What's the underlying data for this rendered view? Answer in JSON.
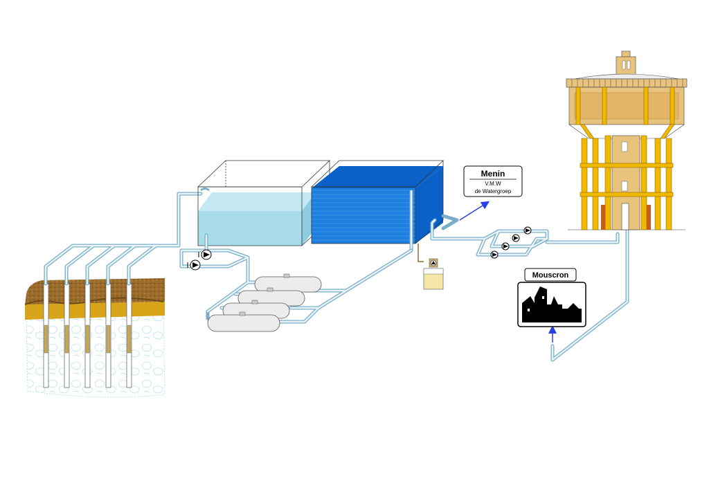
{
  "labels": {
    "menin": {
      "title": "Menin",
      "line1": "V.M.W",
      "line2": "de Watergroep"
    },
    "mouscron": {
      "title": "Mouscron"
    }
  },
  "colors": {
    "pipe_outer": "#7aaec8",
    "pipe_inner": "#e8f4fa",
    "raw_water": "#a8dceb",
    "treated_water": "#1e7fe0",
    "treated_water_dark": "#0a62c8",
    "soil_top": "#9a6b2a",
    "soil_yellow": "#d8a419",
    "tower_tan": "#e8c37e",
    "tower_frame": "#f0b800",
    "tower_red": "#c85a1a",
    "town_sign": "#000000",
    "arrow": "#2a3ee8"
  },
  "icons": [
    "pump-icon",
    "check-valve-icon",
    "dosing-pump-icon",
    "town-silhouette-icon",
    "flow-arrow-icon"
  ]
}
